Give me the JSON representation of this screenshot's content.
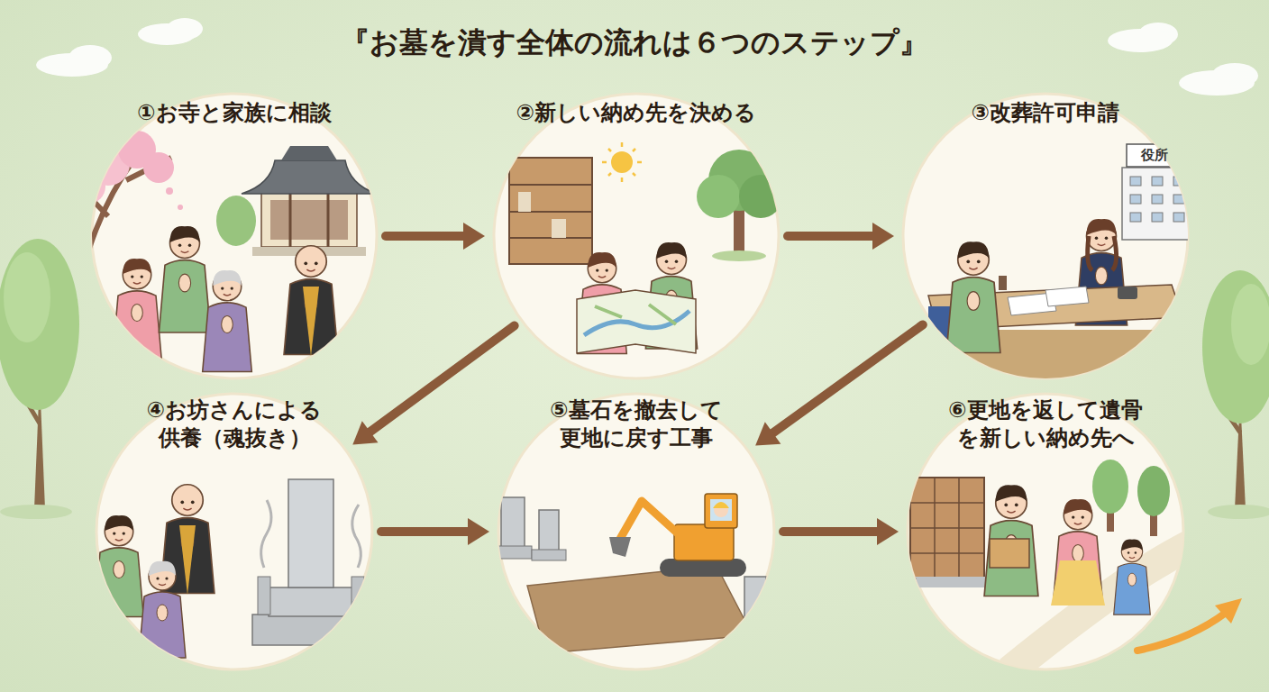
{
  "diagram": {
    "title": "『お墓を潰す全体の流れは６つのステップ』",
    "nodes": [
      {
        "text": [
          "①お寺と家族に相談"
        ]
      },
      {
        "text": [
          "②新しい納め先を決める"
        ]
      },
      {
        "text": [
          "③改葬許可申請"
        ]
      },
      {
        "text": [
          "④お坊さんによる 供養（魂抜き）"
        ]
      },
      {
        "text": [
          "⑤墓石を撤去して 更地に戻す工事"
        ]
      },
      {
        "text": [
          "⑥更地を返して遺骨 を新しい納め先へ"
        ]
      }
    ],
    "edges": [
      {
        "from": 0,
        "to": 1,
        "arrow": "to"
      },
      {
        "from": 1,
        "to": 2,
        "arrow": "to"
      },
      {
        "from": 1,
        "to": 3,
        "arrow": "to"
      },
      {
        "from": 2,
        "to": 4,
        "arrow": "to"
      },
      {
        "from": 3,
        "to": 4,
        "arrow": "to"
      },
      {
        "from": 4,
        "to": 5,
        "arrow": "to"
      }
    ],
    "labels": [
      "役所"
    ]
  }
}
